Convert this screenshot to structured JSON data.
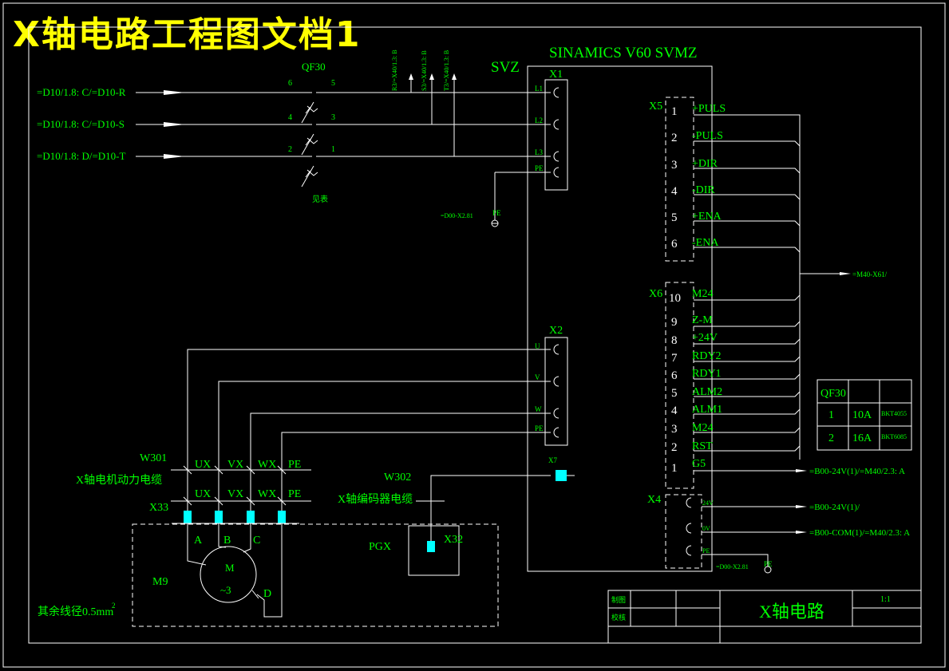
{
  "title": "X轴电路工程图文档1",
  "drive": {
    "name": "SINAMICS V60  SVMZ",
    "tag": "SVZ"
  },
  "breaker": {
    "name": "QF30",
    "pins_top": [
      "6",
      "5"
    ],
    "pins_mid": [
      "4",
      "3"
    ],
    "pins_bot": [
      "2",
      "1"
    ],
    "below_label": "见表"
  },
  "supply_refs": [
    "=D10/1.8: C/=D10-R",
    "=D10/1.8: C/=D10-S",
    "=D10/1.8: D/=D10-T"
  ],
  "vertical_refs": [
    "R3/=X40/1.3: B",
    "S3/=X40/1.3: B",
    "T3/=X40/1.3: B"
  ],
  "connectors": {
    "x1": {
      "name": "X1",
      "pins": [
        "L1",
        "L2",
        "L3",
        "PE"
      ]
    },
    "x2": {
      "name": "X2",
      "pins": [
        "U",
        "V",
        "W",
        "PE"
      ]
    },
    "x5": {
      "name": "X5",
      "numbers": [
        "1",
        "2",
        "3",
        "4",
        "5",
        "6"
      ],
      "signals": [
        "+PULS",
        "-PULS",
        "+DIR",
        "-DIR",
        "+ENA",
        "-ENA"
      ]
    },
    "x6": {
      "name": "X6",
      "numbers": [
        "10",
        "9",
        "8",
        "7",
        "6",
        "5",
        "4",
        "3",
        "2",
        "1"
      ],
      "signals": [
        "M24",
        "Z-M",
        "+24V",
        "RDY2",
        "RDY1",
        "ALM2",
        "ALM1",
        "M24",
        "RST",
        "G5"
      ]
    },
    "x4": {
      "name": "X4",
      "pins": [
        "24V",
        "0V",
        "PE"
      ]
    },
    "x7": {
      "name": "X7"
    },
    "x32": {
      "name": "X32"
    },
    "x33": {
      "name": "X33"
    }
  },
  "pe_ref": "=D00-X2.81",
  "pe_label": "PE",
  "outputs": {
    "m40": "=M40-X61/",
    "g5": "=B00-24V(1)/=M40/2.3: A",
    "x4_24v": "=B00-24V(1)/",
    "x4_0v": "=B00-COM(1)/=M40/2.3: A",
    "x4_pe": "=D00-X2.81"
  },
  "cables": {
    "w301": {
      "code": "W301",
      "name": "X轴电机动力电缆",
      "cores": [
        "UX",
        "VX",
        "WX",
        "PE"
      ]
    },
    "w302": {
      "code": "W302",
      "name": "X轴编码器电缆"
    }
  },
  "motor": {
    "ref": "M9",
    "symbol": "M",
    "phase": "~3",
    "terminals": [
      "A",
      "B",
      "C",
      "D"
    ]
  },
  "encoder": {
    "ref": "PGX"
  },
  "note": {
    "text": "其余线径0.5mm",
    "sup": "2"
  },
  "qf_table": {
    "header": "QF30",
    "rows": [
      {
        "index": "1",
        "rating": "10A",
        "part": "BKT4055"
      },
      {
        "index": "2",
        "rating": "16A",
        "part": "BKT6085"
      }
    ]
  },
  "title_block": {
    "drawn_label": "制图",
    "checked_label": "校核",
    "drawing_name": "X轴电路",
    "scale": "1:1"
  },
  "colors": {
    "background": "#000000",
    "lines": "#ffffff",
    "text": "#00ff00",
    "title": "#ffff00",
    "terminal": "#00ffff"
  }
}
